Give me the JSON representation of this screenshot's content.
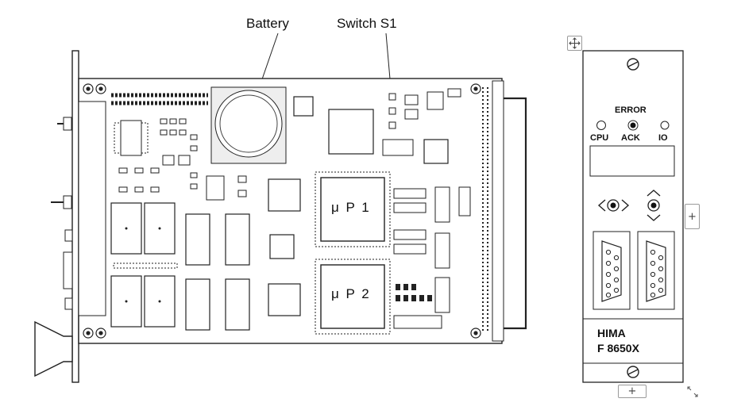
{
  "callouts": {
    "battery": "Battery",
    "switch": "Switch S1"
  },
  "chips": {
    "cpu1": "μ P 1",
    "cpu2": "μ P 2"
  },
  "front_panel": {
    "error_label": "ERROR",
    "led_cpu": "CPU",
    "led_ack": "ACK",
    "led_io": "IO",
    "brand": "HIMA",
    "model": "F 8650X"
  },
  "editor_handles": {
    "move": "move-icon",
    "add_right": "+",
    "add_bottom": "+",
    "resize": "resize-icon"
  },
  "colors": {
    "line": "#222222",
    "chip_gray": "#dcdcdc",
    "handle_border": "#9a9a9a"
  }
}
